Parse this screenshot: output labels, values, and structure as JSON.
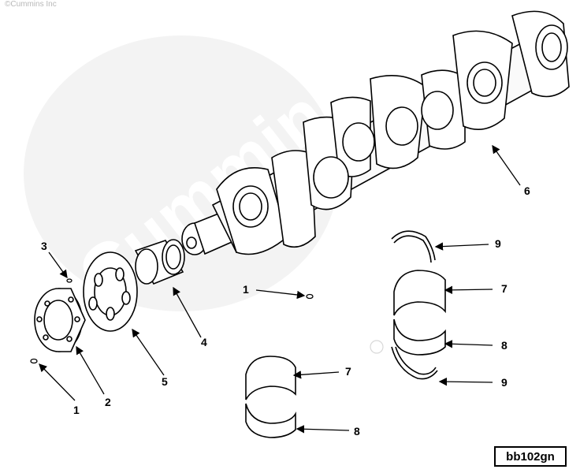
{
  "copyright": "©Cummins Inc",
  "watermark": {
    "brand": "Cummins",
    "color": "#f0f0f0"
  },
  "figure_id": "bb102gn",
  "callouts": [
    {
      "id": "c1a",
      "label": "1"
    },
    {
      "id": "c1b",
      "label": "1"
    },
    {
      "id": "c2",
      "label": "2"
    },
    {
      "id": "c3",
      "label": "3"
    },
    {
      "id": "c4",
      "label": "4"
    },
    {
      "id": "c5",
      "label": "5"
    },
    {
      "id": "c6",
      "label": "6"
    },
    {
      "id": "c7a",
      "label": "7"
    },
    {
      "id": "c7b",
      "label": "7"
    },
    {
      "id": "c8a",
      "label": "8"
    },
    {
      "id": "c8b",
      "label": "8"
    },
    {
      "id": "c9a",
      "label": "9"
    },
    {
      "id": "c9b",
      "label": "9"
    }
  ]
}
